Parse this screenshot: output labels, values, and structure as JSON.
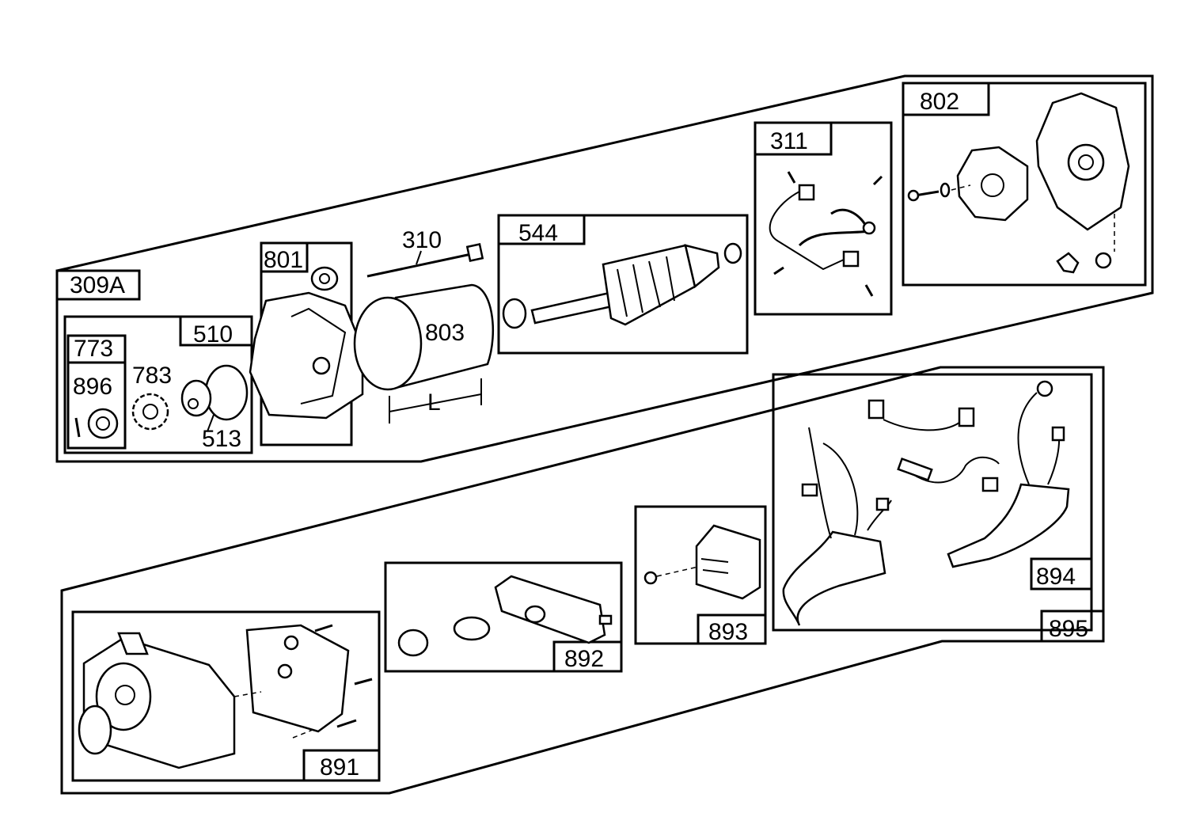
{
  "diagram": {
    "callouts": {
      "c309A": "309A",
      "c773": "773",
      "c896": "896",
      "c783": "783",
      "c510": "510",
      "c513": "513",
      "c801": "801",
      "c310": "310",
      "c803": "803",
      "cL": "L",
      "c544": "544",
      "c311": "311",
      "c802": "802",
      "c891": "891",
      "c892": "892",
      "c893": "893",
      "c894": "894",
      "c895": "895"
    },
    "colors": {
      "ink": "#000000",
      "paper": "#ffffff"
    }
  }
}
